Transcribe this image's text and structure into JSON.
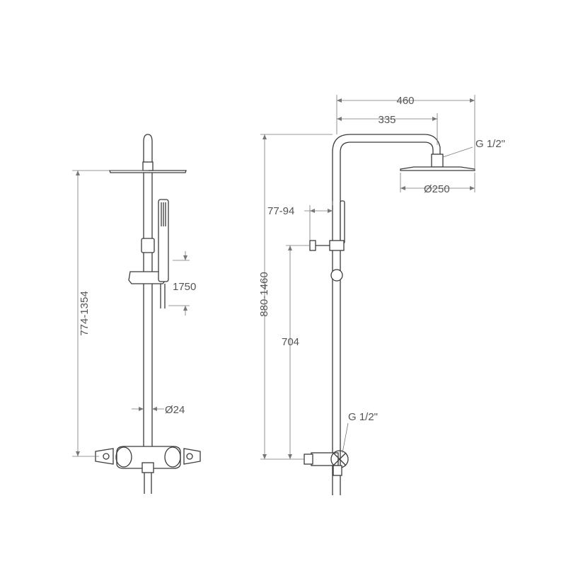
{
  "front_view": {
    "height_range": "774-1354",
    "hand_shower_height": "1750",
    "pipe_diameter": "Ø24"
  },
  "side_view": {
    "arm_length_total": "460",
    "arm_length_inner": "335",
    "head_thread": "G 1/2\"",
    "head_diameter": "Ø250",
    "bracket_range": "77-94",
    "total_height_range": "880-1460",
    "valve_height": "704",
    "inlet_thread": "G 1/2\""
  },
  "colors": {
    "line": "#3a3a3a",
    "dimension": "#777777",
    "text": "#555555"
  }
}
